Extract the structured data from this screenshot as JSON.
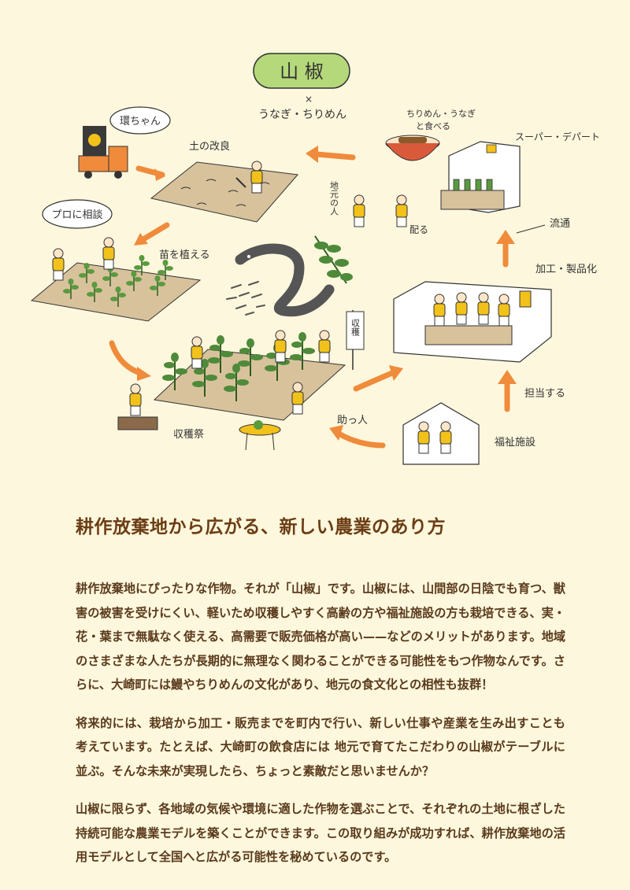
{
  "illustration": {
    "title": "山 椒",
    "subtitle_cross": "×",
    "subtitle": "うなぎ・ちりめん",
    "labels": {
      "tamaki": "環ちゃん",
      "soil": "土の改良",
      "pro": "プロに相談",
      "seedling": "苗を植える",
      "harvest_festival": "収穫祭",
      "harvest_sign": "収穫",
      "helper": "助っ人",
      "welfare": "福祉施設",
      "in_charge": "担当する",
      "processing": "加工・製品化",
      "distribution": "流通",
      "super_dept": "スーパー・デパート",
      "eat_1": "ちりめん・うなぎ",
      "eat_2": "と食べる",
      "locals": "地元の人",
      "distribute": "配る"
    }
  },
  "article": {
    "headline": "耕作放棄地から広がる、新しい農業のあり方",
    "paragraphs": [
      "耕作放棄地にぴったりな作物。それが「山椒」です。山椒には、山間部の日陰でも育つ、獣害の被害を受けにくい、軽いため収穫しやすく高齢の方や福祉施設の方も栽培できる、実・花・葉まで無駄なく使える、高需要で販売価格が高い——などのメリットがあります。地域のさまざまな人たちが長期的に無理なく関わることができる可能性をもつ作物なんです。さらに、大崎町には鰻やちりめんの文化があり、地元の食文化との相性も抜群！",
      "将来的には、栽培から加工・販売までを町内で行い、新しい仕事や産業を生み出すことも考えています。たとえば、大崎町の飲食店には 地元で育てたこだわりの山椒がテーブルに並ぶ。そんな未来が実現したら、ちょっと素敵だと思いませんか？",
      "山椒に限らず、各地域の気候や環境に適した作物を選ぶことで、それぞれの土地に根ざした持続可能な農業モデルを築くことができます。この取り組みが成功すれば、耕作放棄地の活用モデルとして全国へと広がる可能性を秘めているのです。"
    ]
  },
  "colors": {
    "background": "#fdf7dd",
    "title_pill": "#b5d97a",
    "arrow": "#ef8b3b",
    "soil": "#d8c29c",
    "plant": "#4e8a3a",
    "figure": "#f2c21b",
    "headline": "#6b3d14"
  }
}
